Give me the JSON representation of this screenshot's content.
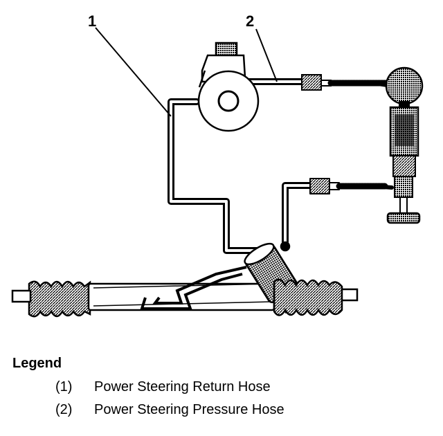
{
  "callouts": [
    {
      "number": "1"
    },
    {
      "number": "2"
    }
  ],
  "legend": {
    "title": "Legend",
    "items": [
      {
        "number": "(1)",
        "label": "Power Steering Return Hose"
      },
      {
        "number": "(2)",
        "label": "Power Steering Pressure Hose"
      }
    ]
  }
}
